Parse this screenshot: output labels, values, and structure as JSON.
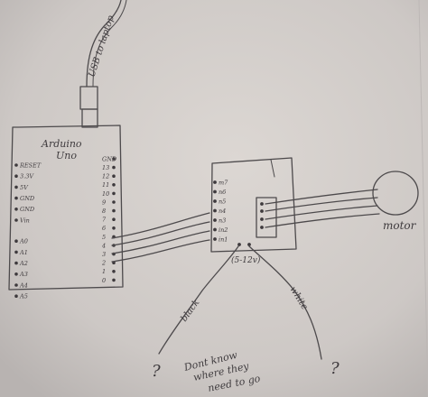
{
  "usb_label": "USB to laptop",
  "arduino": {
    "title": "Arduino",
    "subtitle": "Uno",
    "left_pins": [
      "RESET",
      "3.3V",
      "5V",
      "GND",
      "GND",
      "Vin",
      "A0",
      "A1",
      "A2",
      "A3",
      "A4",
      "A5"
    ],
    "right_pins": [
      "GND",
      "13",
      "12",
      "11",
      "10",
      "9",
      "8",
      "7",
      "6",
      "5",
      "4",
      "3",
      "2",
      "1",
      "0"
    ]
  },
  "driver": {
    "pins": [
      "m7",
      "n6",
      "n5",
      "n4",
      "n3",
      "in2",
      "in1"
    ],
    "power_label": "(5-12v)"
  },
  "motor_label": "motor",
  "wire_labels": {
    "black": "black",
    "white": "white"
  },
  "note": {
    "line1": "Dont know",
    "line2": "where they",
    "line3": "need to go"
  },
  "question_mark": "?"
}
